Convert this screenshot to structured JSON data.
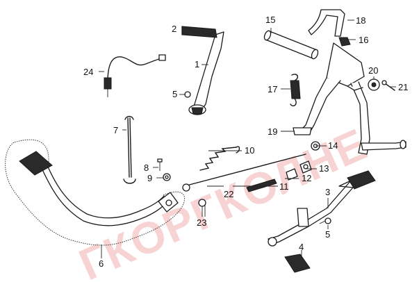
{
  "watermark": "ГКОРГКОЛНЕ",
  "callouts": {
    "c1": "1",
    "c2": "2",
    "c3": "3",
    "c4": "4",
    "c5a": "5",
    "c5b": "5",
    "c6": "6",
    "c7": "7",
    "c8": "8",
    "c9": "9",
    "c10": "10",
    "c11": "11",
    "c12": "12",
    "c13": "13",
    "c14": "14",
    "c15": "15",
    "c16": "16",
    "c17": "17",
    "c18": "18",
    "c19": "19",
    "c20": "20",
    "c21": "21",
    "c22": "22",
    "c23": "23",
    "c24": "24"
  }
}
